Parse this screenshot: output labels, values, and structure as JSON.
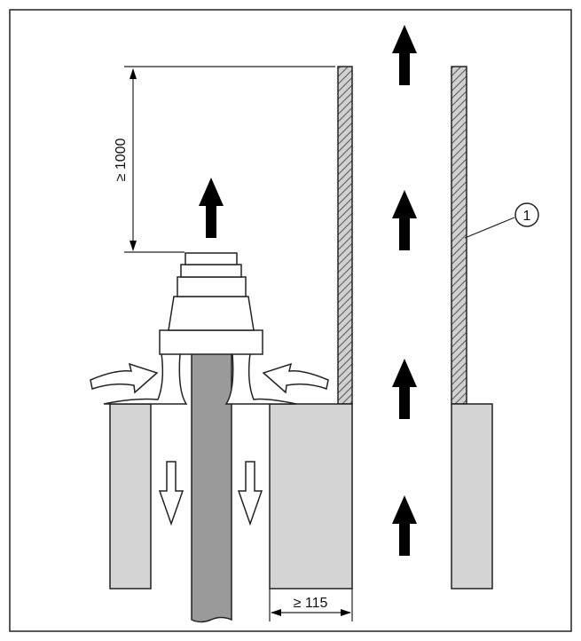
{
  "labels": {
    "height_dimension": "≥ 1000",
    "width_dimension": "≥ 115",
    "callout_number": "1"
  },
  "colors": {
    "wall_fill": "#d4d4d4",
    "pipe_fill": "#9a9a9a",
    "hatch_fill": "#b3b3b3",
    "arrow_fill": "#000000",
    "stroke": "#1a1a1a"
  },
  "icons": {
    "up_arrow": "solid-up-arrow-icon",
    "down_arrow": "hollow-down-arrow-icon",
    "curved_arrow": "curved-air-intake-arrow-icon"
  }
}
